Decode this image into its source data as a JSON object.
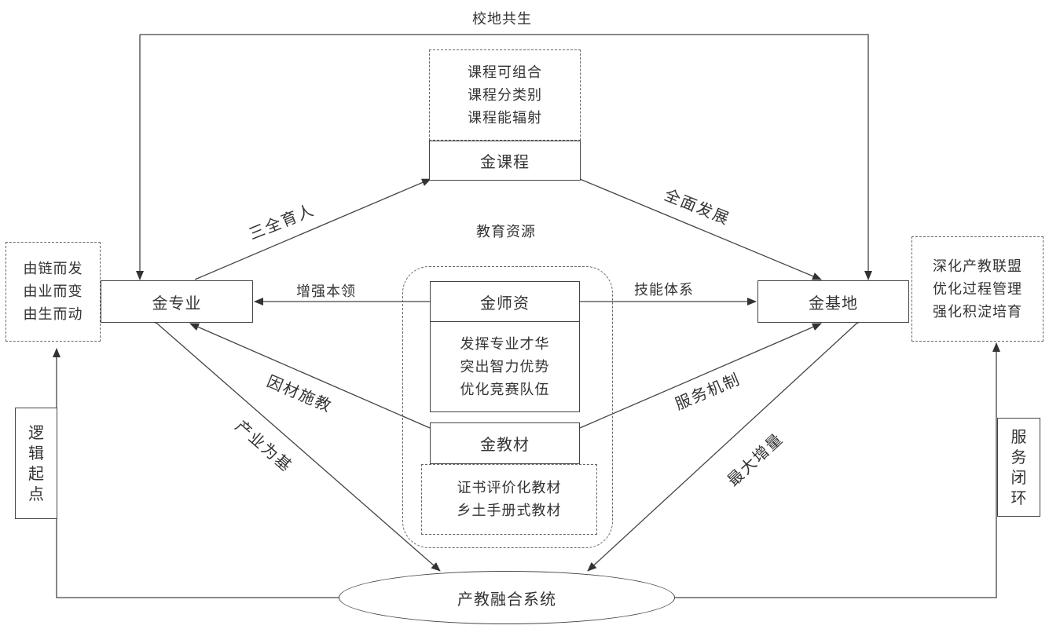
{
  "diagram": {
    "nodes": {
      "gold_course": "金课程",
      "gold_major": "金专业",
      "gold_base": "金基地",
      "gold_teacher": "金师资",
      "gold_textbook": "金教材",
      "system": "产教融合系统"
    },
    "notes": {
      "course": [
        "课程可组合",
        "课程分类别",
        "课程能辐射"
      ],
      "teacher": [
        "发挥专业才华",
        "突出智力优势",
        "优化竞赛队伍"
      ],
      "textbook": [
        "证书评价化教材",
        "乡土手册式教材"
      ],
      "left": [
        "由链而发",
        "由业而变",
        "由生而动"
      ],
      "right": [
        "深化产教联盟",
        "优化过程管理",
        "强化积淀培育"
      ]
    },
    "vertical_labels": {
      "left": [
        "逻",
        "辑",
        "起",
        "点"
      ],
      "right": [
        "服",
        "务",
        "闭",
        "环"
      ]
    },
    "edge_labels": {
      "top": "校地共生",
      "resources": "教育资源",
      "three_all": "三全育人",
      "all_round": "全面发展",
      "strengthen": "增强本领",
      "skill_system": "技能体系",
      "individualized": "因材施教",
      "service_mech": "服务机制",
      "industry_base": "产业为基",
      "max_increment": "最大增量"
    }
  }
}
